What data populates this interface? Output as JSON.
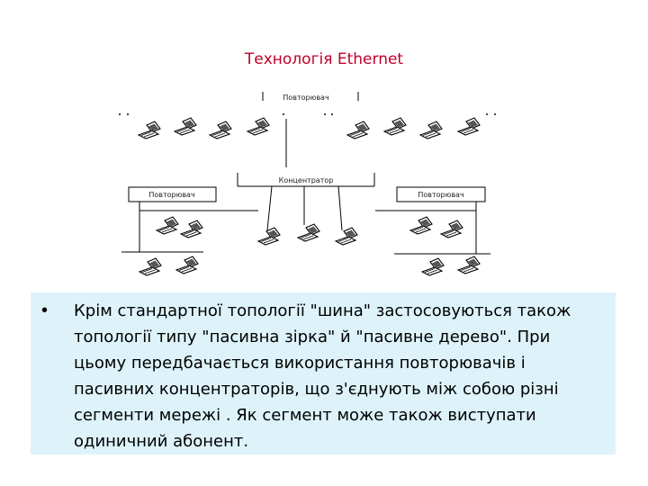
{
  "title": "Технологія Ethernet",
  "diagram": {
    "top_label": "Повторювач",
    "hub_label": "Концентратор",
    "left_repeater_label": "Повторювач",
    "right_repeater_label": "Повторювач"
  },
  "text": "Крім стандартної топології \"шина\" застосовуються також топології типу \"пасивна зірка\" й \"пасивне дерево\". При цьому передбачається використання повторювачів і пасивних концентраторів, що з'єднують між собою різні сегменти мережі . Як сегмент може також виступати одиничний абонент.",
  "colors": {
    "title": "#c0002a",
    "text_box": "#ddf3f9"
  }
}
